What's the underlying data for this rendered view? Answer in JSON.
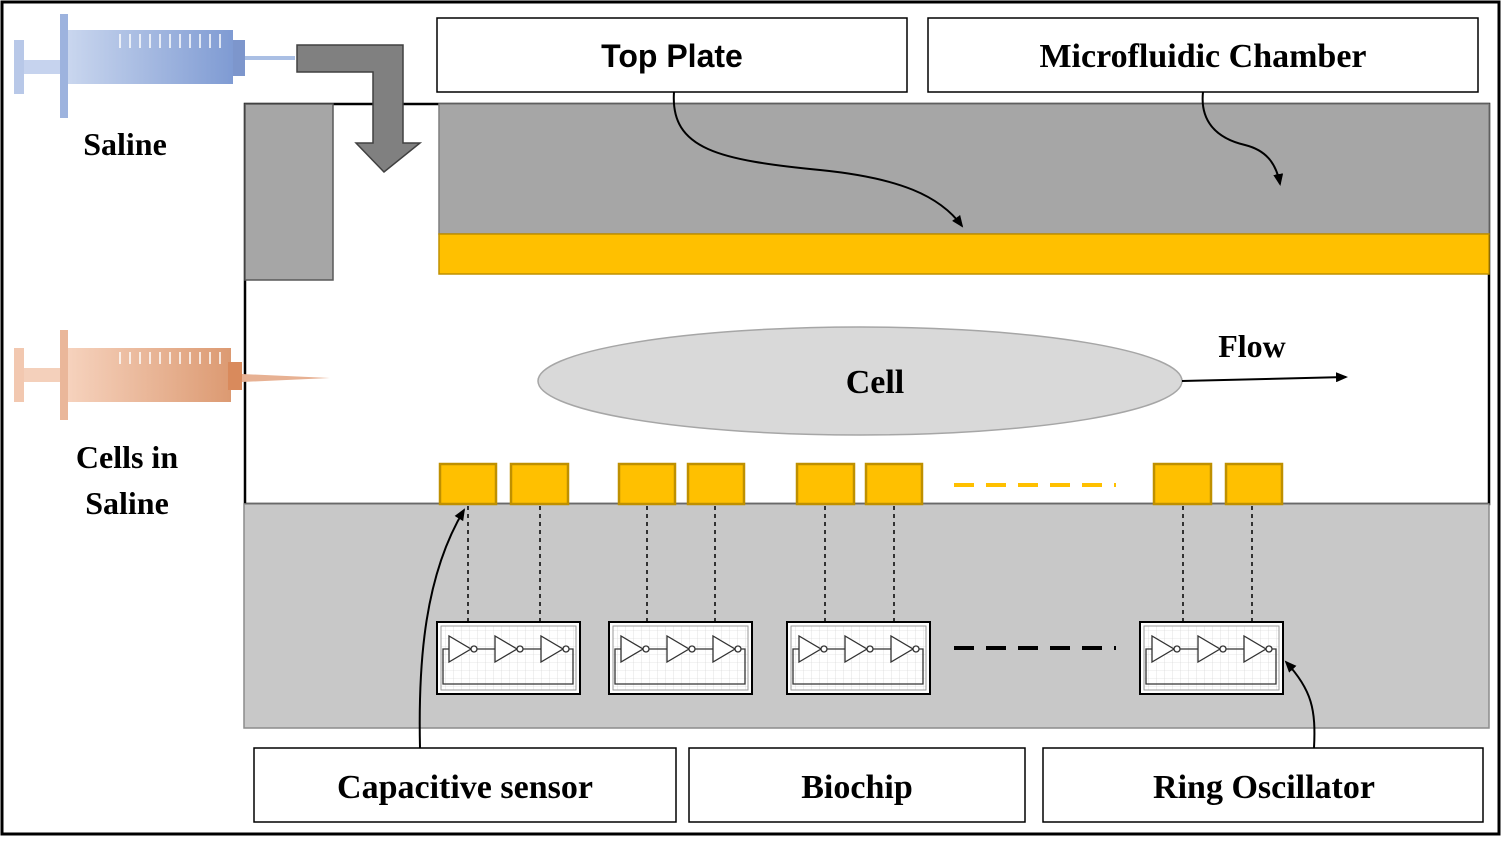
{
  "labels": {
    "top_plate": "Top Plate",
    "microfluidic_chamber": "Microfluidic Chamber",
    "saline": "Saline",
    "cells_in_saline_line1": "Cells in",
    "cells_in_saline_line2": "Saline",
    "cell": "Cell",
    "flow": "Flow",
    "capacitive_sensor": "Capacitive sensor",
    "biochip": "Biochip",
    "ring_oscillator": "Ring Oscillator"
  },
  "colors": {
    "top_plate": "#a6a6a6",
    "electrode": "#ffc000",
    "electrode_border": "#bf9000",
    "biochip": "#c8c8c8",
    "cell": "#d9d9d9",
    "saline_syringe": "#8fa8d8",
    "cells_syringe": "#e3a07e"
  },
  "icons": {
    "saline_syringe": "syringe-icon",
    "cells_syringe": "syringe-icon",
    "inlet_arrow": "bent-arrow-icon",
    "ring_oscillator": "inverter-chain-icon"
  }
}
